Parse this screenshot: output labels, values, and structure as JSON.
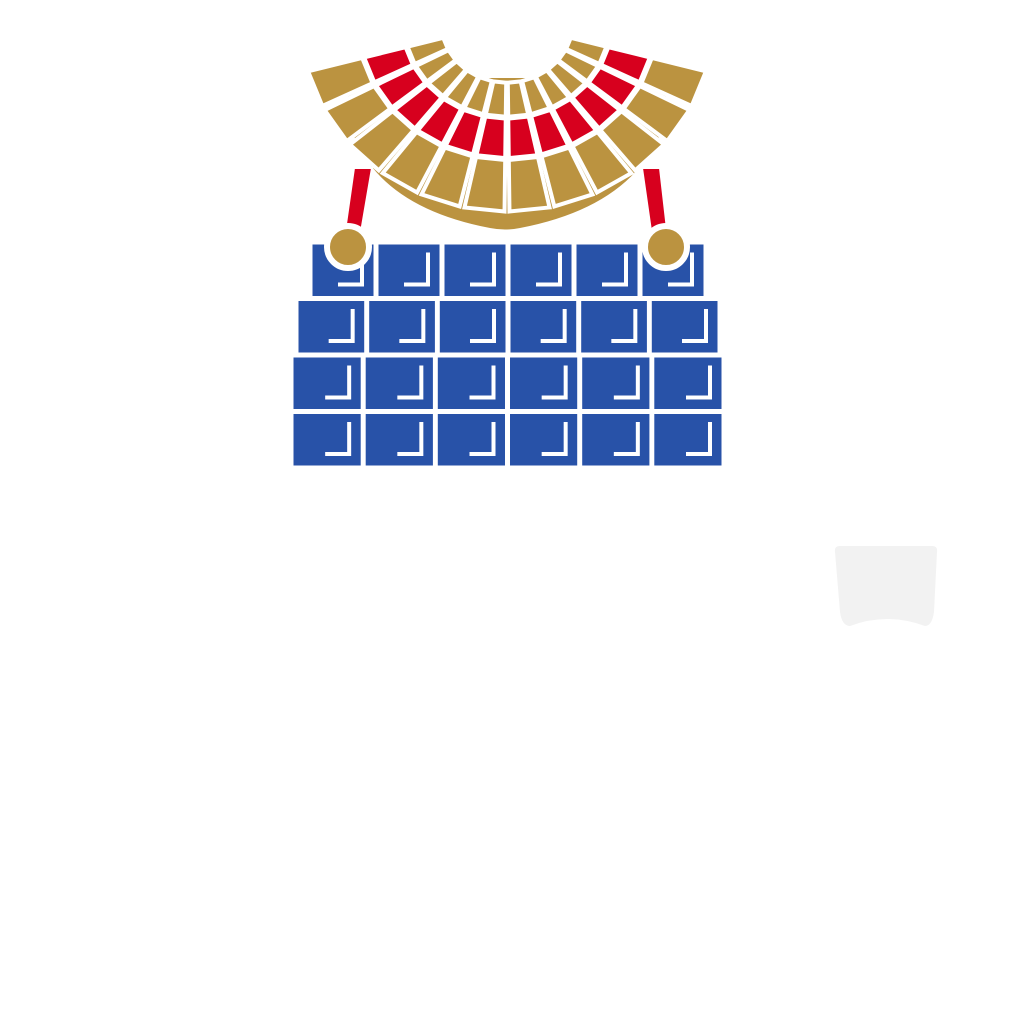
{
  "colors": {
    "background": "#ffffff",
    "gold": "#bb9340",
    "red": "#d7001e",
    "blue": "#2852a8",
    "white": "#ffffff",
    "placeholder_gray": "#f2f2f2"
  },
  "emblem": {
    "icon": "breastplate-emblem-icon",
    "arc_rows": 3,
    "arc_segments_per_row": 12,
    "plate_rows": 4,
    "plate_columns": 6
  },
  "placeholder": {
    "icon": "shield-placeholder-icon"
  }
}
